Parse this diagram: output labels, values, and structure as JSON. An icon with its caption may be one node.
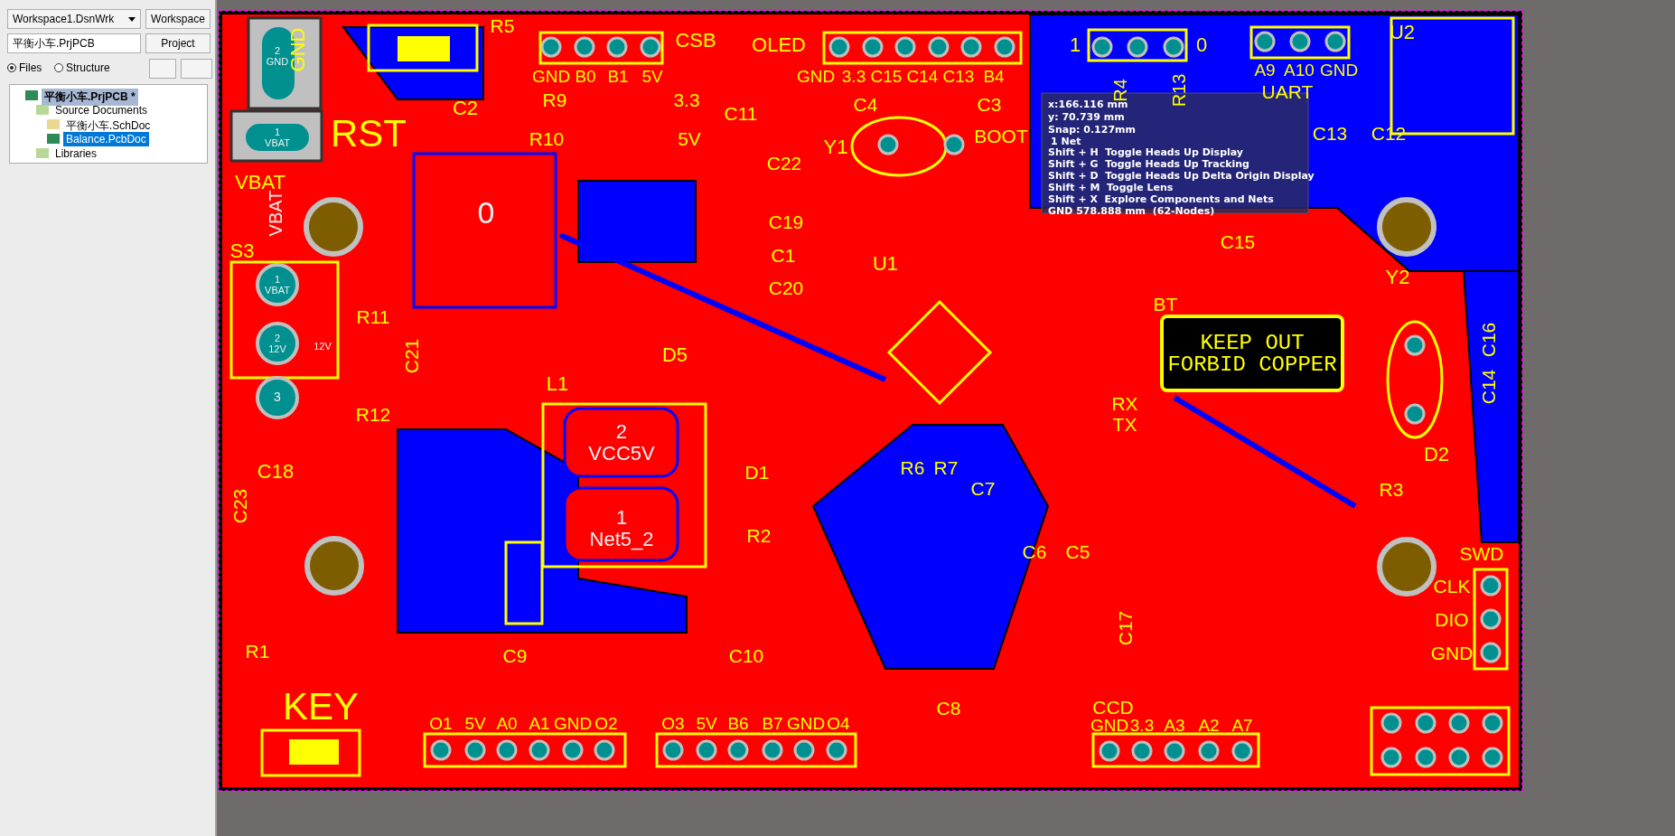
{
  "diagram": {
    "labels": [
      "Workspace1.DsnWrk",
      "Workspace",
      "平衡小车.PrjPCB",
      "Project",
      "Files",
      "Structure",
      "平衡小车.PrjPCB *",
      "Source Documents",
      "平衡小车.SchDoc",
      "Balance.PcbDoc",
      "Libraries",
      "2 GND",
      "GND",
      "R5",
      "GND",
      "B0",
      "B1",
      "5V",
      "CSB",
      "OLED",
      "GND",
      "3.3",
      "C15",
      "C14",
      "C13",
      "B4",
      "1",
      "0",
      "A9",
      "A10",
      "GND",
      "UART",
      "U2",
      "1 VBAT",
      "RST",
      "C2",
      "R9",
      "3.3",
      "R10",
      "5V",
      "C11",
      "C4",
      "C3",
      "R4",
      "R13",
      "BOOT",
      "C13",
      "C12",
      "x:166.116 mm",
      "y: 70.739 mm",
      "Snap: 0.127mm",
      "1 Net",
      "Shift + H  Toggle Heads Up Display",
      "Shift + G  Toggle Heads Up Tracking",
      "Shift + D  Toggle Heads Up Delta Origin Display",
      "Shift + M  Toggle Lens",
      "Shift + X  Explore Components and Nets",
      "GND 578.888 mm  (62-Nodes)",
      "C22",
      "Y1",
      "VBAT",
      "VBAT",
      "0",
      "C19",
      "S3",
      "C1",
      "C15",
      "U1",
      "C20",
      "Y2",
      "BT",
      "1 VBAT",
      "R11",
      "2 12V",
      "12V",
      "C21",
      "3",
      "R12",
      "D5",
      "L1",
      "KEEP OUT FORBID COPPER",
      "2 VCC5V",
      "RX",
      "TX",
      "C16",
      "C14",
      "C23",
      "C18",
      "D1",
      "R6",
      "R7",
      "C7",
      "D2",
      "R3",
      "1 Net5_2",
      "R2",
      "C6",
      "C5",
      "SWD",
      "CLK",
      "DIO",
      "GND",
      "C17",
      "R1",
      "C9",
      "C10",
      "C8",
      "KEY",
      "CCD",
      "O1",
      "5V",
      "A0",
      "A1",
      "GND",
      "O2",
      "O3",
      "5V",
      "B6",
      "B7",
      "GND",
      "O4",
      "GND",
      "3.3",
      "A3",
      "A2",
      "A7"
    ]
  }
}
